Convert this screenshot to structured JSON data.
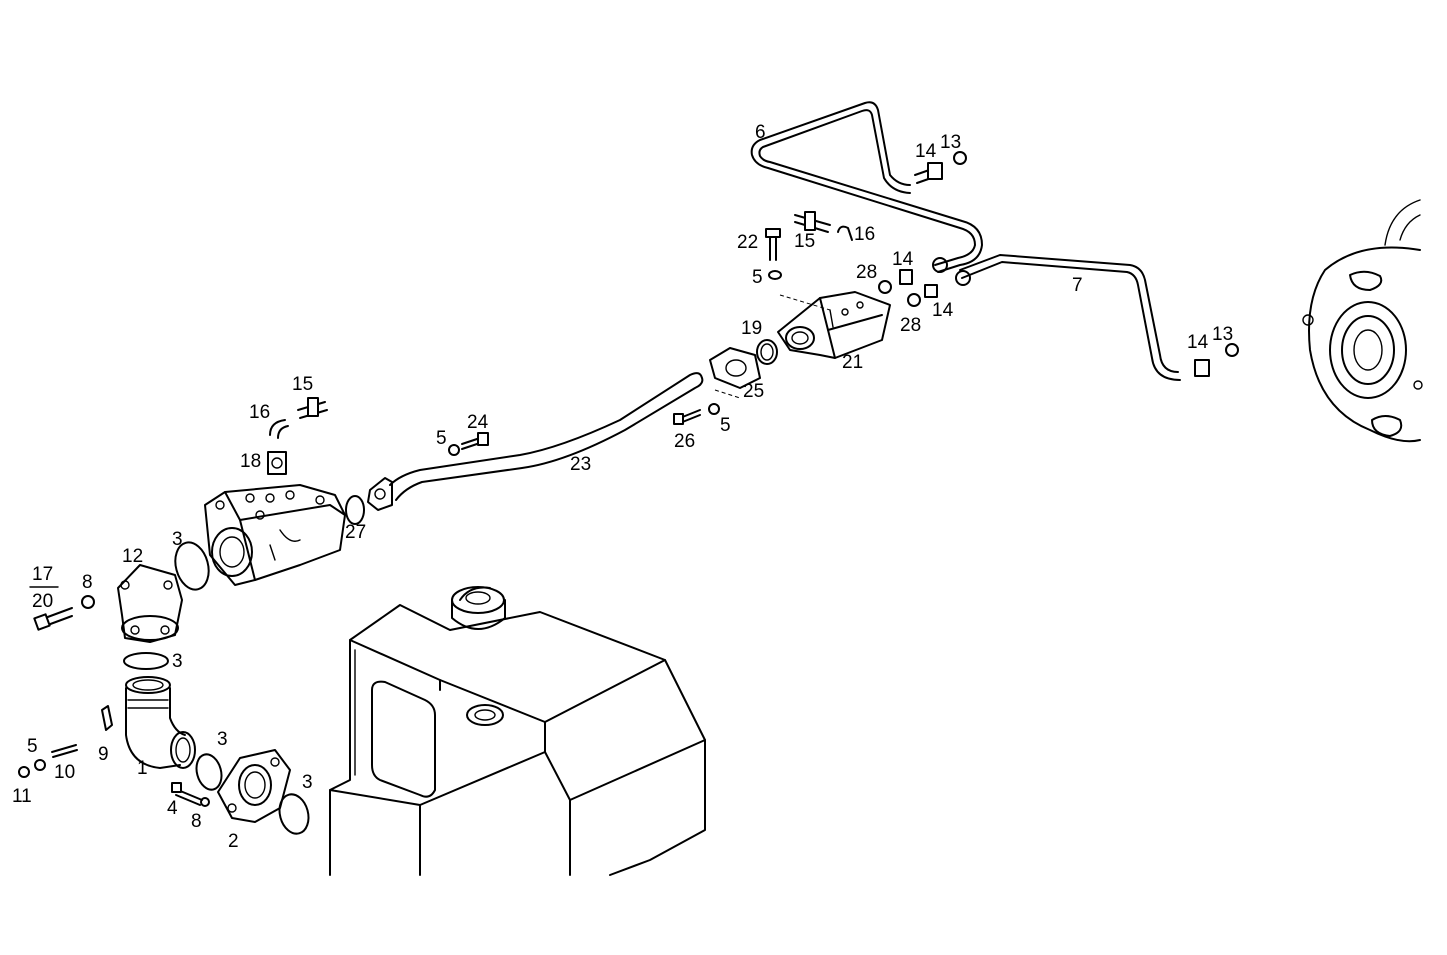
{
  "diagram": {
    "colors": {
      "line": "#000000",
      "background": "#ffffff"
    },
    "callouts": [
      {
        "id": "c1",
        "text": "1"
      },
      {
        "id": "c2",
        "text": "2"
      },
      {
        "id": "c3a",
        "text": "3"
      },
      {
        "id": "c3b",
        "text": "3"
      },
      {
        "id": "c3c",
        "text": "3"
      },
      {
        "id": "c3d",
        "text": "3"
      },
      {
        "id": "c4",
        "text": "4"
      },
      {
        "id": "c5a",
        "text": "5"
      },
      {
        "id": "c5b",
        "text": "5"
      },
      {
        "id": "c5c",
        "text": "5"
      },
      {
        "id": "c5d",
        "text": "5"
      },
      {
        "id": "c6",
        "text": "6"
      },
      {
        "id": "c7",
        "text": "7"
      },
      {
        "id": "c8a",
        "text": "8"
      },
      {
        "id": "c8b",
        "text": "8"
      },
      {
        "id": "c9",
        "text": "9"
      },
      {
        "id": "c10",
        "text": "10"
      },
      {
        "id": "c11",
        "text": "11"
      },
      {
        "id": "c12",
        "text": "12"
      },
      {
        "id": "c13a",
        "text": "13"
      },
      {
        "id": "c13b",
        "text": "13"
      },
      {
        "id": "c14a",
        "text": "14"
      },
      {
        "id": "c14b",
        "text": "14"
      },
      {
        "id": "c14c",
        "text": "14"
      },
      {
        "id": "c14d",
        "text": "14"
      },
      {
        "id": "c15a",
        "text": "15"
      },
      {
        "id": "c15b",
        "text": "15"
      },
      {
        "id": "c16a",
        "text": "16"
      },
      {
        "id": "c16b",
        "text": "16"
      },
      {
        "id": "c17",
        "text": "17"
      },
      {
        "id": "c18",
        "text": "18"
      },
      {
        "id": "c19",
        "text": "19"
      },
      {
        "id": "c20",
        "text": "20"
      },
      {
        "id": "c21",
        "text": "21"
      },
      {
        "id": "c22",
        "text": "22"
      },
      {
        "id": "c23",
        "text": "23"
      },
      {
        "id": "c24",
        "text": "24"
      },
      {
        "id": "c25",
        "text": "25"
      },
      {
        "id": "c26",
        "text": "26"
      },
      {
        "id": "c27",
        "text": "27"
      },
      {
        "id": "c28a",
        "text": "28"
      },
      {
        "id": "c28b",
        "text": "28"
      }
    ]
  }
}
